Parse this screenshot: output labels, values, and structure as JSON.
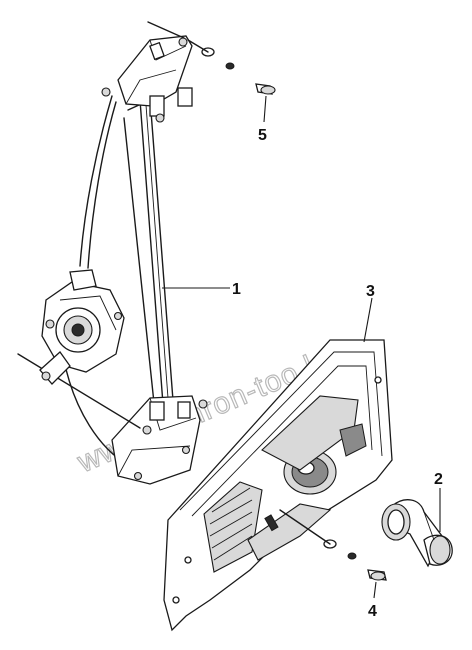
{
  "diagram": {
    "callouts": [
      {
        "id": "1",
        "label": "1"
      },
      {
        "id": "2",
        "label": "2"
      },
      {
        "id": "3",
        "label": "3"
      },
      {
        "id": "4",
        "label": "4"
      },
      {
        "id": "5",
        "label": "5"
      }
    ],
    "watermark": "www.sinhron-too.kz"
  }
}
